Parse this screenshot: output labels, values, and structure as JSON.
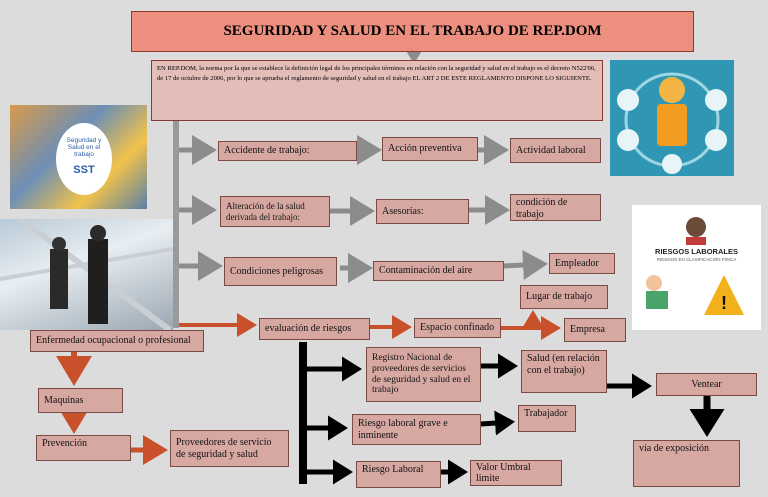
{
  "title": "SEGURIDAD Y SALUD EN EL TRABAJO DE REP.DOM",
  "intro": "EN REP.DOM, la norma por la que se establece la definición legal de los principales términos en relación con la seguridad y salud en el trabajo es el decreto N522'06, de 17 de octubre de 2006, por lo que se aprueba el reglamento de seguridad y salud en el trabajo EL ART 2 DE ESTE REGLAMENTO DISPONE LO SIGUIENTE.",
  "nodes": {
    "accidente": "Accidente de trabajo:",
    "accion_preventiva": "Acción preventiva",
    "actividad_laboral": "Actividad laboral",
    "alteracion": "Alteración de la salud derivada del trabajo:",
    "asesorias": "Asesorías:",
    "condicion": "condición de trabajo",
    "condiciones_peligrosas": "Condiciones peligrosas",
    "contaminacion": "Contaminación del aire",
    "empleador": "Empleador",
    "lugar_trabajo": "Lugar de trabajo",
    "evaluacion": "evaluación de riesgos",
    "espacio_confinado": "Espacio confinado",
    "empresa": "Empresa",
    "enfermedad": "Enfermedad ocupacional o profesional",
    "maquinas": "Maquinas",
    "prevencion": "Prevención",
    "proveedores_servicio": "Proveedores de servicio de seguridad y salud",
    "registro": "Registro Nacional de proveedores de servicios de seguridad y salud en el trabajo",
    "salud": "Salud (en relación con el trabajo)",
    "ventear": "Ventear",
    "riesgo_grave": "Riesgo laboral grave e inminente",
    "trabajador": "Trabajador",
    "via_exposicion": "vía de exposición",
    "riesgo_laboral": "Riesgo Laboral",
    "valor_umbral": "Valor Umbral limite"
  },
  "images": {
    "sst_caption": "Seguridad y Salud en el trabajo",
    "sst_badge": "SST",
    "riesgos_title": "RIESGOS LABORALES",
    "riesgos_sub": "RIESGOS EN CLASIFICACIÓN FÍSICA"
  },
  "colors": {
    "title_bg": "#ec8f7f",
    "box_bg": "#d7a8a2",
    "arrow_gray": "#8c8c8c",
    "arrow_red": "#c8502a",
    "arrow_black": "#000000"
  }
}
